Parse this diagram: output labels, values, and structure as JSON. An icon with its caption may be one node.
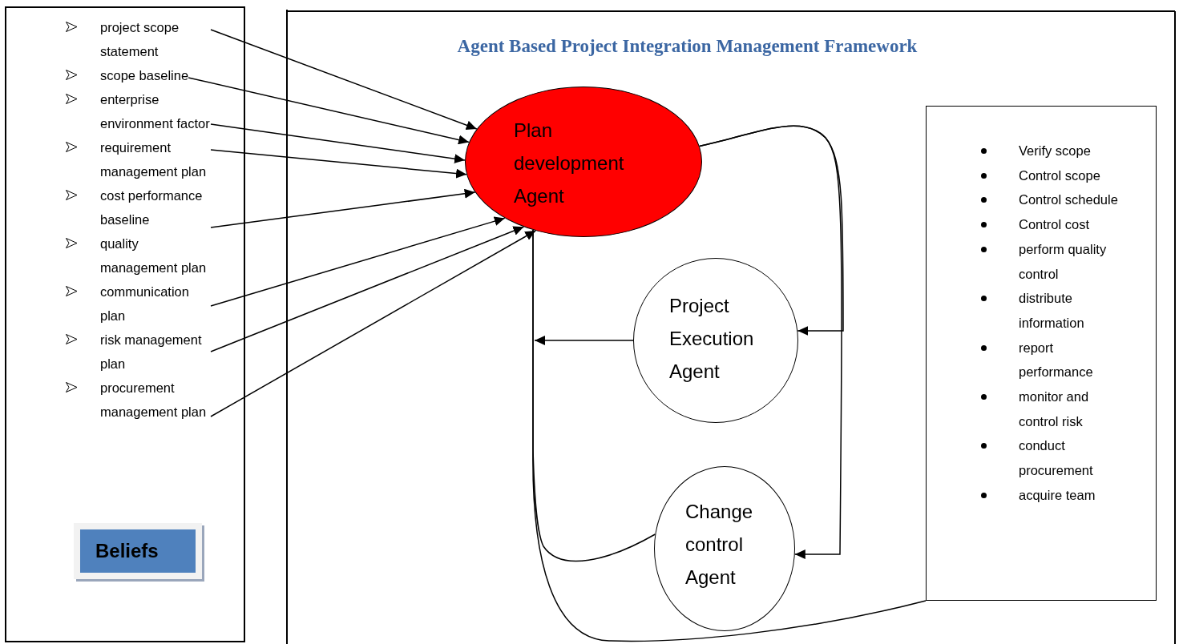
{
  "diagram": {
    "title": "Agent Based Project Integration Management Framework",
    "nodes": [
      {
        "text": [],
        "shape": "box"
      },
      {
        "text": [
          "project scope statement"
        ],
        "in": 0
      },
      {
        "text": [
          "scope baseline"
        ],
        "in": 0
      },
      {
        "text": [
          "enterprise environment factor"
        ],
        "in": 0
      },
      {
        "text": [
          "requirement management plan"
        ],
        "in": 0
      },
      {
        "text": [
          "cost performance baseline"
        ],
        "in": 0
      },
      {
        "text": [
          "quality management plan"
        ],
        "in": 0
      },
      {
        "text": [
          "communication plan"
        ],
        "in": 0
      },
      {
        "text": [
          "risk management plan"
        ],
        "in": 0
      },
      {
        "text": [
          "procurement management plan"
        ],
        "in": 0
      },
      {
        "text": [
          "Beliefs"
        ],
        "in": 0
      },
      {
        "text": [
          "Plan development Agent"
        ]
      },
      {
        "text": [
          "Project Execution Agent"
        ]
      },
      {
        "text": [
          "Change control Agent"
        ]
      },
      {
        "text": [
          "Verify scope",
          "Control scope",
          "Control schedule",
          "Control cost",
          "perform quality control",
          "distribute information",
          "report performance",
          "monitor and control risk",
          "conduct procurement",
          "acquire team"
        ]
      }
    ],
    "edges": [
      {
        "from": 1,
        "to": 11,
        "arrow": "to"
      },
      {
        "from": 2,
        "to": 11,
        "arrow": "to"
      },
      {
        "from": 3,
        "to": 11,
        "arrow": "to"
      },
      {
        "from": 4,
        "to": 11,
        "arrow": "to"
      },
      {
        "from": 5,
        "to": 11,
        "arrow": "to"
      },
      {
        "from": 7,
        "to": 11,
        "arrow": "to"
      },
      {
        "from": 8,
        "to": 11,
        "arrow": "to"
      },
      {
        "from": 9,
        "to": 11,
        "arrow": "to"
      },
      {
        "from": 11,
        "to": 12,
        "arrow": "to"
      },
      {
        "from": 11,
        "to": 13,
        "arrow": "to"
      },
      {
        "from": 12,
        "to": null,
        "arrow": "to"
      },
      {
        "from": 13,
        "to": 11,
        "arrow": "none"
      },
      {
        "from": 11,
        "to": 14,
        "arrow": "none"
      }
    ]
  }
}
